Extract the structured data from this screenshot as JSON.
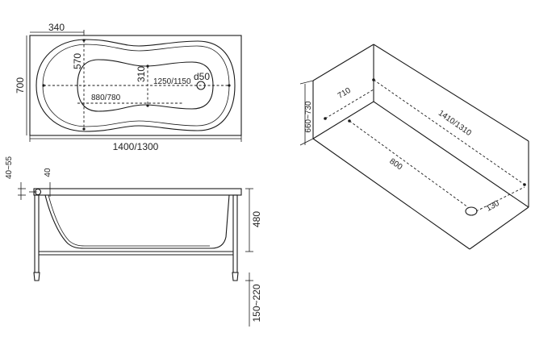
{
  "top_view": {
    "overall_length": "1400/1300",
    "overall_width": "700",
    "offset": "340",
    "inner_width": "570",
    "depth_marker": "310",
    "inner_length": "1250/1150",
    "bottom_length": "880/780",
    "drain": "d50"
  },
  "side_view": {
    "rim_range": "40~55",
    "rim_thickness": "40",
    "bath_height": "480",
    "leg_height": "150~220"
  },
  "iso_view": {
    "height_range": "660~730",
    "width": "710",
    "length": "1410/1310",
    "bottom_length": "800",
    "drain_offset": "130"
  }
}
